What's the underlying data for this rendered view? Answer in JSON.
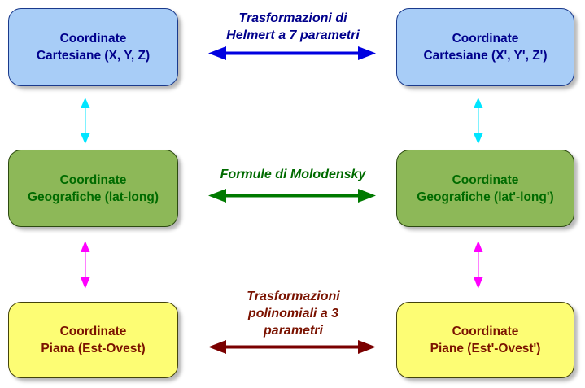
{
  "boxes": {
    "cart_left": {
      "line1": "Coordinate",
      "line2": "Cartesiane (X, Y, Z)"
    },
    "cart_right": {
      "line1": "Coordinate",
      "line2": "Cartesiane (X', Y', Z')"
    },
    "geo_left": {
      "line1": "Coordinate",
      "line2": "Geografiche (lat-long)"
    },
    "geo_right": {
      "line1": "Coordinate",
      "line2": "Geografiche (lat'-long')"
    },
    "piana_left": {
      "line1": "Coordinate",
      "line2": "Piana  (Est-Ovest)"
    },
    "piana_right": {
      "line1": "Coordinate",
      "line2": "Piane (Est'-Ovest')"
    }
  },
  "labels": {
    "helmert": {
      "line1": "Trasformazioni  di",
      "line2": "Helmert a 7 parametri"
    },
    "molodensky": {
      "line1": "Formule di Molodensky"
    },
    "poly": {
      "line1": "Trasformazioni",
      "line2": "polinomiali a 3",
      "line3": "parametri"
    }
  },
  "colors": {
    "blue_arrow": "#0000e0",
    "green_arrow": "#007a00",
    "red_arrow": "#7a0000",
    "cyan_arrow": "#00e5ff",
    "magenta_arrow": "#ff00ff"
  }
}
